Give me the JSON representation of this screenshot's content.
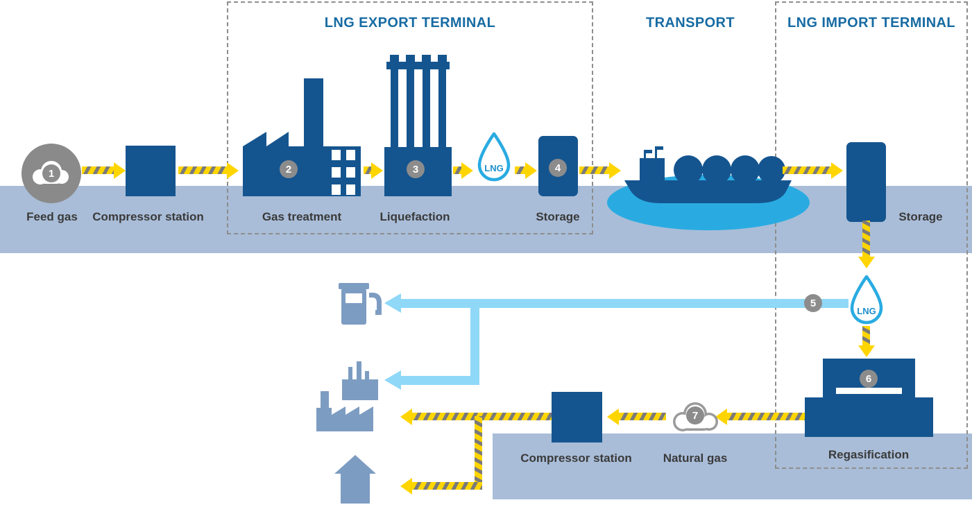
{
  "sections": {
    "export_terminal": "LNG EXPORT TERMINAL",
    "transport": "TRANSPORT",
    "import_terminal": "LNG IMPORT TERMINAL"
  },
  "nodes": {
    "feed_gas": {
      "label": "Feed gas",
      "number": "1"
    },
    "compressor_station_export": {
      "label": "Compressor station"
    },
    "gas_treatment": {
      "label": "Gas treatment",
      "number": "2"
    },
    "liquefaction": {
      "label": "Liquefaction",
      "number": "3"
    },
    "lng_droplet_export": {
      "label": "LNG"
    },
    "storage_export": {
      "label": "Storage",
      "number": "4"
    },
    "storage_import": {
      "label": "Storage"
    },
    "lng_droplet_import": {
      "label": "LNG",
      "number": "5"
    },
    "regasification": {
      "label": "Regasification",
      "number": "6"
    },
    "natural_gas": {
      "label": "Natural gas",
      "number": "7"
    },
    "compressor_station_import": {
      "label": "Compressor station"
    }
  },
  "colors": {
    "dark_blue": "#15558f",
    "band_blue": "#a9bdd8",
    "water_blue": "#29abe2",
    "pale_blue_arrow": "#8fd8f7",
    "arrow_yellow": "#ffd500",
    "stripe_gray": "#7a7a7a",
    "badge_gray": "#8c8c8c",
    "steel_blue": "#7d9cc2",
    "header_blue": "#176ba3"
  }
}
